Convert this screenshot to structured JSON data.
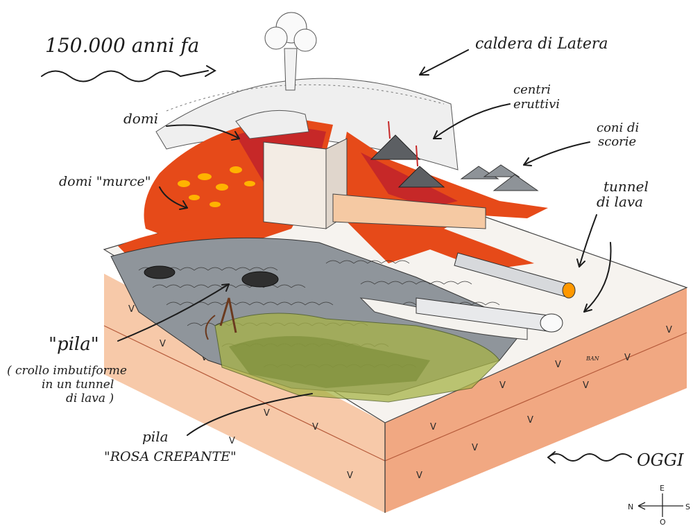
{
  "labels": {
    "time_past": "150.000 anni fa",
    "caldera": "caldera di Latera",
    "centri_line1": "centri",
    "centri_line2": "eruttivi",
    "domi": "domi",
    "coni_line1": "coni di",
    "coni_line2": "scorie",
    "domi_murce": "domi \"murce\"",
    "tunnel_line1": "tunnel",
    "tunnel_line2": "di lava",
    "pila": "\"pila\"",
    "crollo_line1": "( crollo imbutiforme",
    "crollo_line2": "in un tunnel",
    "crollo_line3": "di lava )",
    "pila2_line1": "pila",
    "pila2_line2": "\"ROSA CREPANTE\"",
    "time_present": "OGGI",
    "signature": "BAN"
  },
  "compass": {
    "north": "N",
    "east": "E",
    "south": "S",
    "west": "O"
  },
  "colors": {
    "lava": "#e64a19",
    "lava_hot": "#ffb300",
    "soil": "#f7c9a9",
    "rock": "#9ea3a8",
    "vegetation": "#8a9a3a"
  }
}
